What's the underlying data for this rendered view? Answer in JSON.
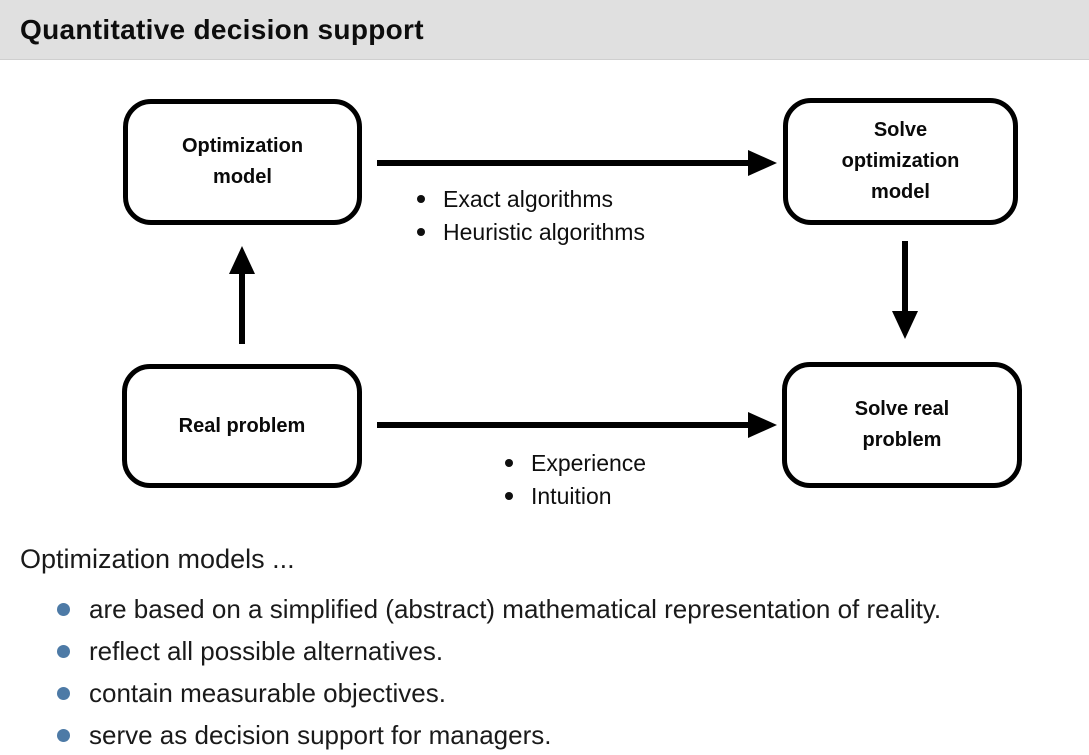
{
  "slide": {
    "title": "Quantitative decision support"
  },
  "diagram": {
    "boxes": {
      "optimization_model": {
        "label": "Optimization\nmodel"
      },
      "solve_optimization_model": {
        "label": "Solve\noptimization\nmodel"
      },
      "real_problem": {
        "label": "Real problem"
      },
      "solve_real_problem": {
        "label": "Solve real\nproblem"
      }
    },
    "top_arrow_bullets": [
      "Exact algorithms",
      "Heuristic algorithms"
    ],
    "bottom_arrow_bullets": [
      "Experience",
      "Intuition"
    ]
  },
  "body": {
    "lead": "Optimization models ...",
    "bullets": [
      "are based on a simplified (abstract) mathematical representation of reality.",
      "reflect all possible alternatives.",
      "contain measurable objectives.",
      "serve as decision support for managers."
    ]
  },
  "colors": {
    "titlebar_bg": "#e0e0e0",
    "body_text": "#1a1a1a",
    "body_bullet": "#4d7aa6",
    "diagram_ink": "#000000"
  }
}
